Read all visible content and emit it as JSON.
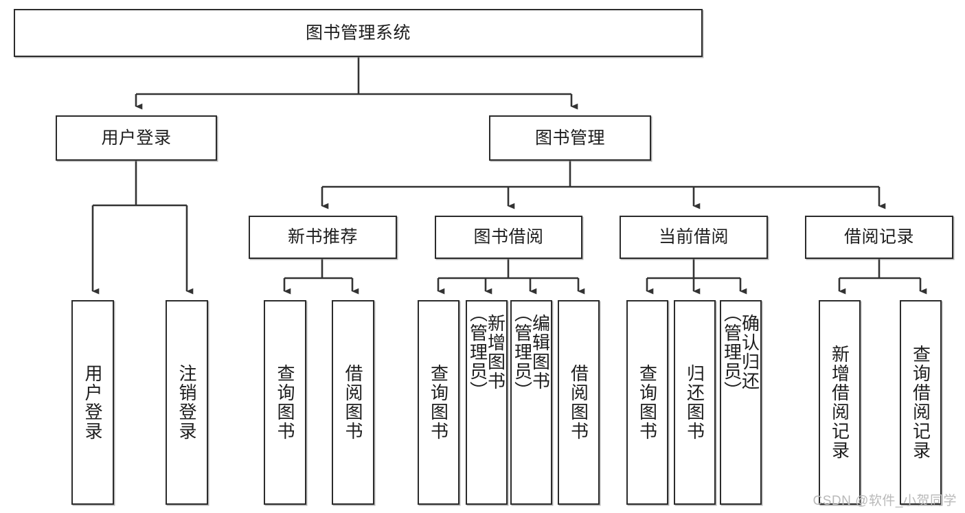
{
  "diagram": {
    "title": "图书管理系统",
    "type": "hierarchy-tree",
    "watermark": "CSDN @软件_小贺同学",
    "colors": {
      "border": "#2b2b2b",
      "fill": "#ffffff",
      "connector": "#333333",
      "watermark": "#b9b9b9"
    },
    "levels": {
      "level1": [
        "图书管理系统"
      ],
      "level2": [
        "用户登录",
        "图书管理"
      ],
      "level3": [
        "新书推荐",
        "图书借阅",
        "当前借阅",
        "借阅记录"
      ],
      "level4": [
        "用户登录",
        "注销登录",
        "查询图书",
        "借阅图书",
        "查询图书",
        "新增图书（管理员）",
        "编辑图书（管理员）",
        "借阅图书",
        "查询图书",
        "归还图书",
        "确认归还（管理员）",
        "新增借阅记录",
        "查询借阅记录"
      ]
    },
    "nodes": {
      "root": {
        "label": "图书管理系统"
      },
      "user_login": {
        "label": "用户登录"
      },
      "book_mgmt": {
        "label": "图书管理"
      },
      "new_book_rec": {
        "label": "新书推荐"
      },
      "book_borrow": {
        "label": "图书借阅"
      },
      "current_borrow": {
        "label": "当前借阅"
      },
      "borrow_record": {
        "label": "借阅记录"
      },
      "leaf_user_login": {
        "label": "用户登录"
      },
      "leaf_logout": {
        "label": "注销登录"
      },
      "leaf_query_book_a": {
        "label": "查询图书"
      },
      "leaf_borrow_book_a": {
        "label": "借阅图书"
      },
      "leaf_query_book_b": {
        "label": "查询图书"
      },
      "leaf_add_book": {
        "label": "新增图书\n（管理员）"
      },
      "leaf_edit_book": {
        "label": "编辑图书\n（管理员）"
      },
      "leaf_borrow_book_b": {
        "label": "借阅图书"
      },
      "leaf_query_book_c": {
        "label": "查询图书"
      },
      "leaf_return_book": {
        "label": "归还图书"
      },
      "leaf_confirm_return": {
        "label": "确认归还\n（管理员）"
      },
      "leaf_add_record": {
        "label": "新增借阅记录"
      },
      "leaf_query_record": {
        "label": "查询借阅记录"
      }
    }
  }
}
